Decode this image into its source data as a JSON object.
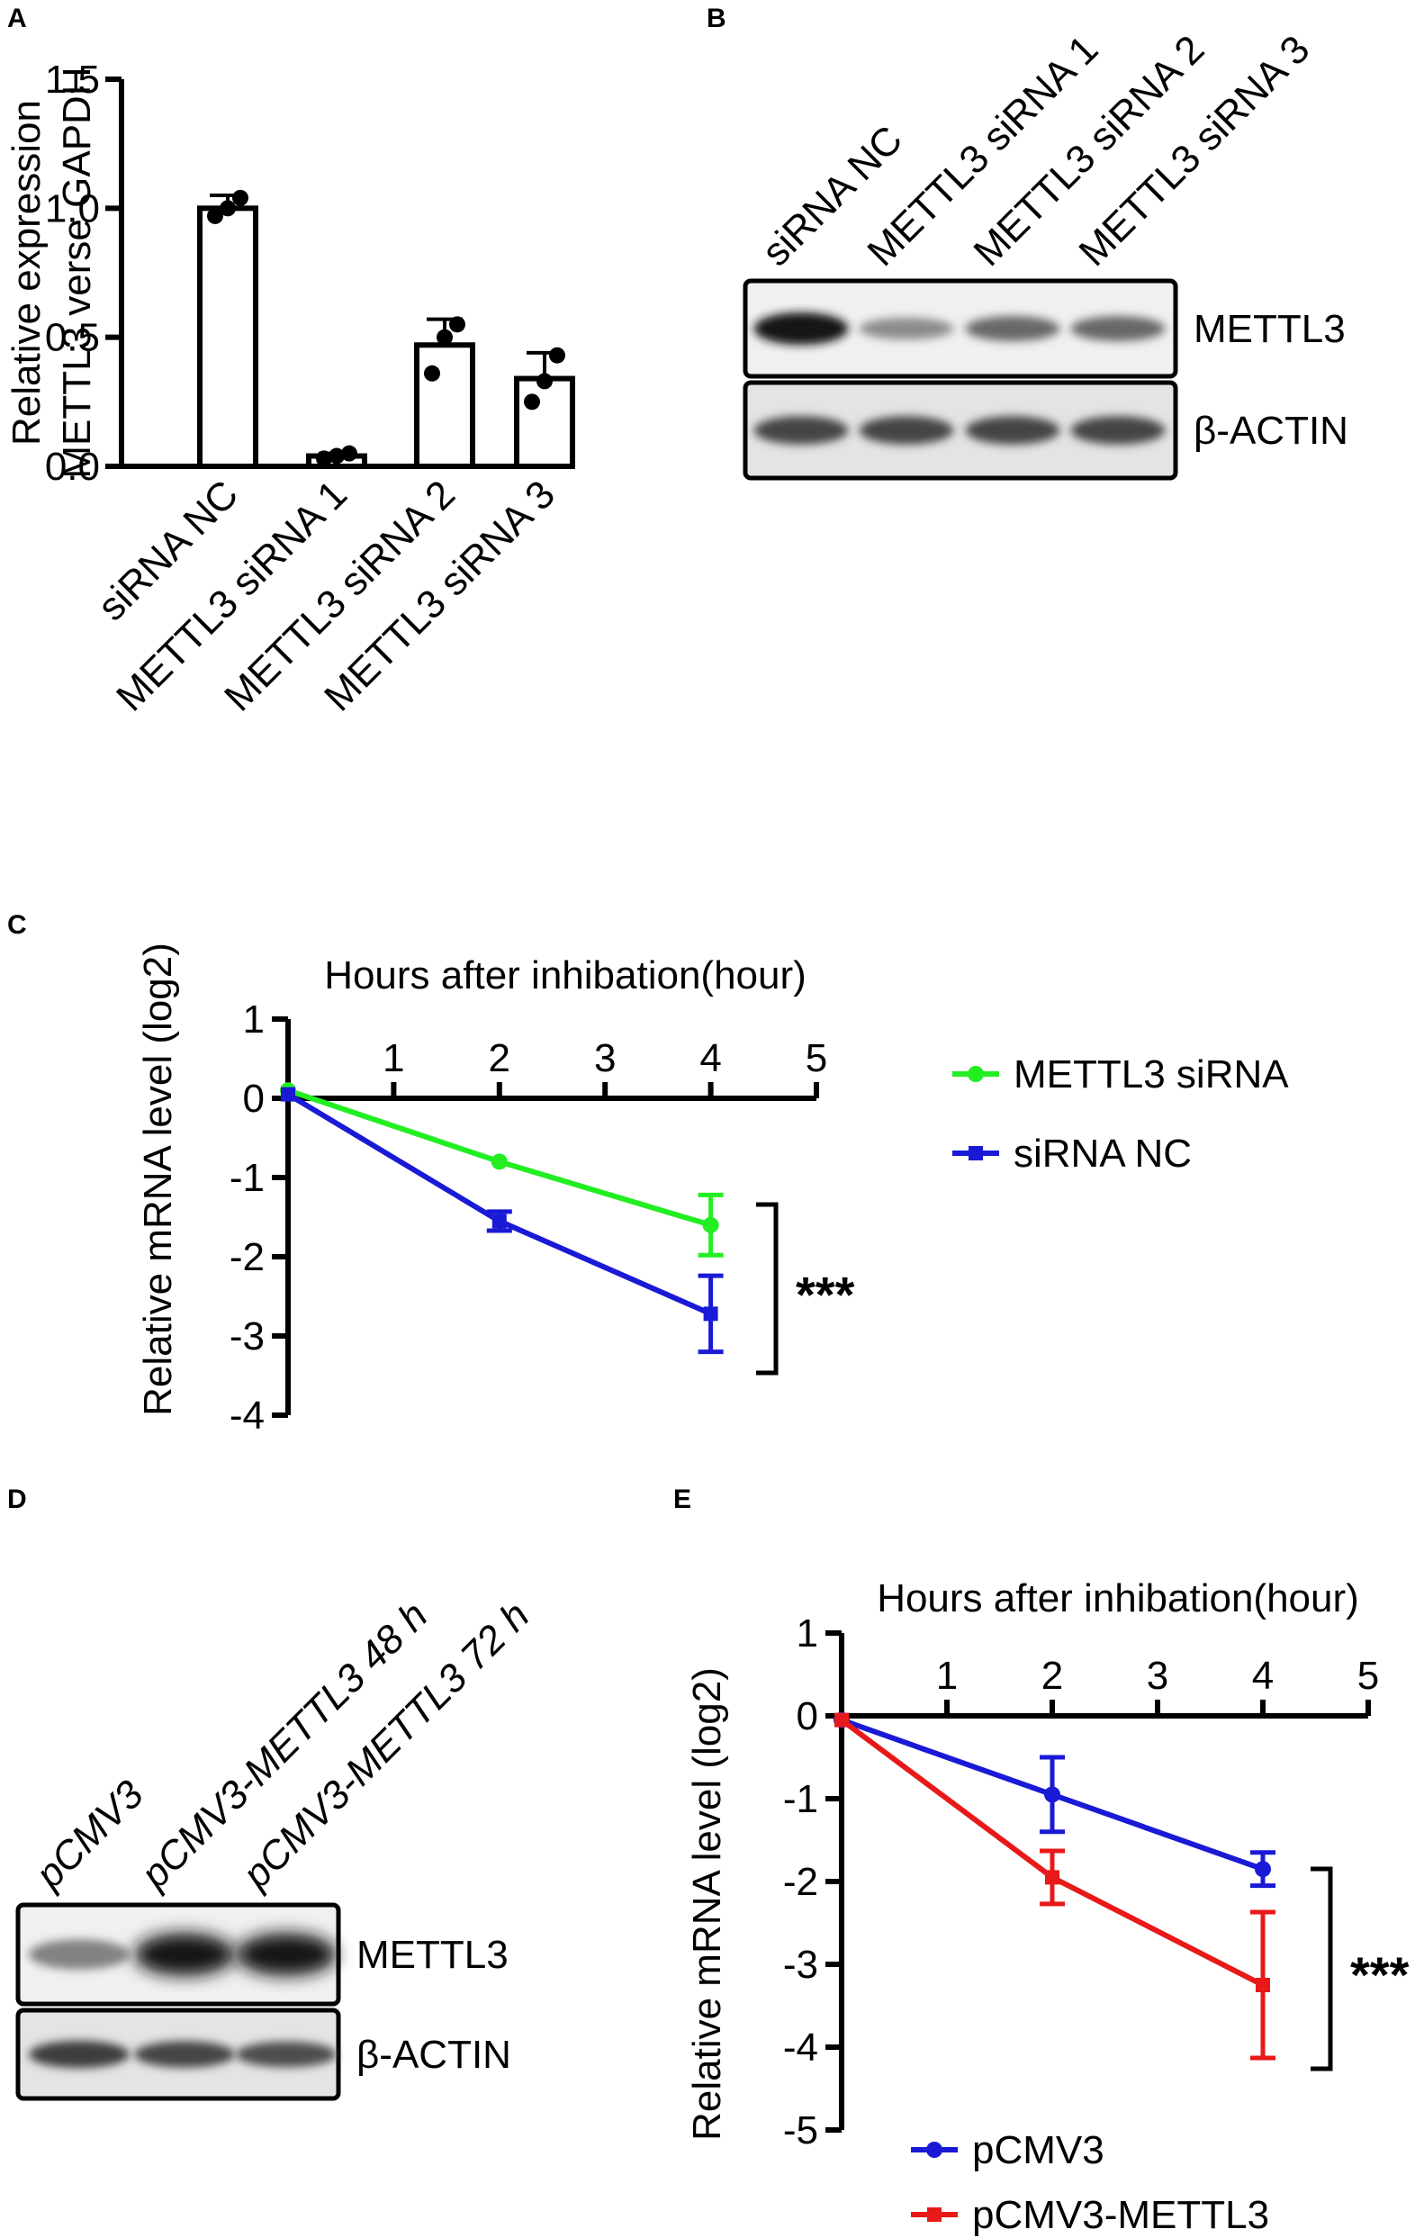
{
  "panels": {
    "A": "A",
    "B": "B",
    "C": "C",
    "D": "D",
    "E": "E"
  },
  "colors": {
    "green": "#22ee22",
    "blue": "#1a1ad6",
    "red": "#e81919",
    "black": "#000000"
  },
  "chart_data": [
    {
      "id": "A",
      "type": "bar",
      "ylabel_lines": [
        "Relative expression",
        "METTL3 verse GAPDH"
      ],
      "categories": [
        "siRNA NC",
        "METTL3 siRNA 1",
        "METTL3 siRNA 2",
        "METTL3 siRNA 3"
      ],
      "values": [
        1.0,
        0.04,
        0.47,
        0.34
      ],
      "errors": [
        0.05,
        0.01,
        0.1,
        0.1
      ],
      "points": [
        [
          0.97,
          1.0,
          1.04
        ],
        [
          0.03,
          0.04,
          0.05
        ],
        [
          0.36,
          0.5,
          0.55
        ],
        [
          0.25,
          0.33,
          0.43
        ]
      ],
      "ylim": [
        0,
        1.5
      ],
      "yticks": [
        "0.0",
        "0.5",
        "1.0",
        "1.5"
      ]
    },
    {
      "id": "C",
      "type": "line",
      "title": "Hours after inhibation(hour)",
      "ylabel": "Relative mRNA level (log2)",
      "xlim": [
        0,
        5
      ],
      "ylim": [
        -4,
        1
      ],
      "xticks": [
        "1",
        "2",
        "3",
        "4",
        "5"
      ],
      "yticks": [
        "1",
        "0",
        "-1",
        "-2",
        "-3",
        "-4"
      ],
      "series": [
        {
          "name": "METTL3 siRNA",
          "color": "#22ee22",
          "marker": "circle",
          "x": [
            0,
            2,
            4
          ],
          "y": [
            0.1,
            -0.8,
            -1.6
          ],
          "err": [
            0.05,
            0.05,
            0.38
          ]
        },
        {
          "name": "siRNA NC",
          "color": "#1a1ad6",
          "marker": "square",
          "x": [
            0,
            2,
            4
          ],
          "y": [
            0.05,
            -1.55,
            -2.72
          ],
          "err": [
            0.05,
            0.12,
            0.48
          ]
        }
      ],
      "significance": "***"
    },
    {
      "id": "E",
      "type": "line",
      "title": "Hours after inhibation(hour)",
      "ylabel": "Relative mRNA level (log2)",
      "xlim": [
        0,
        5
      ],
      "ylim": [
        -5,
        1
      ],
      "xticks": [
        "1",
        "2",
        "3",
        "4",
        "5"
      ],
      "yticks": [
        "1",
        "0",
        "-1",
        "-2",
        "-3",
        "-4",
        "-5"
      ],
      "series": [
        {
          "name": "pCMV3",
          "color": "#1a1ad6",
          "marker": "circle",
          "x": [
            0,
            2,
            4
          ],
          "y": [
            -0.05,
            -0.95,
            -1.85
          ],
          "err": [
            0.05,
            0.45,
            0.2
          ]
        },
        {
          "name": "pCMV3-METTL3",
          "color": "#e81919",
          "marker": "square",
          "x": [
            0,
            2,
            4
          ],
          "y": [
            -0.05,
            -1.95,
            -3.25
          ],
          "err": [
            0.05,
            0.32,
            0.88
          ]
        }
      ],
      "significance": "***"
    }
  ],
  "blots": {
    "B": {
      "columns": [
        "siRNA NC",
        "METTL3 siRNA 1",
        "METTL3 siRNA 2",
        "METTL3 siRNA 3"
      ],
      "bands": [
        "METTL3",
        "β-ACTIN"
      ],
      "intensity": [
        [
          1.0,
          0.35,
          0.55,
          0.55
        ],
        [
          0.75,
          0.75,
          0.75,
          0.75
        ]
      ]
    },
    "D": {
      "columns": [
        "pCMV3",
        "pCMV3-METTL3 48 h",
        "pCMV3-METTL3 72 h"
      ],
      "bands": [
        "METTL3",
        "β-ACTIN"
      ],
      "intensity": [
        [
          0.4,
          1.0,
          1.0
        ],
        [
          0.8,
          0.75,
          0.7
        ]
      ]
    }
  }
}
